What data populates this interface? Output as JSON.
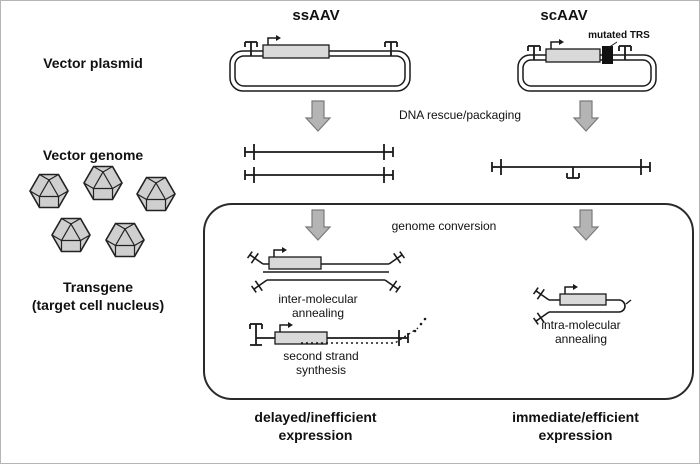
{
  "figure": {
    "columns": {
      "ssaav": {
        "label": "ssAAV"
      },
      "scaav": {
        "label": "scAAV"
      }
    },
    "row_labels": {
      "vector_plasmid": "Vector plasmid",
      "vector_genome": "Vector genome",
      "transgene_line1": "Transgene",
      "transgene_line2": "(target cell nucleus)"
    },
    "annotations": {
      "mutated_trs": "mutated TRS",
      "dna_rescue_packaging": "DNA rescue/packaging",
      "genome_conversion": "genome conversion",
      "inter_molecular_line1": "inter-molecular",
      "inter_molecular_line2": "annealing",
      "second_strand_line1": "second strand",
      "second_strand_line2": "synthesis",
      "intra_molecular_line1": "intra-molecular",
      "intra_molecular_line2": "annealing"
    },
    "outcomes": {
      "ssaav": {
        "line1": "delayed/inefficient",
        "line2": "expression"
      },
      "scaav": {
        "line1": "immediate/efficient",
        "line2": "expression"
      }
    },
    "colors": {
      "background": "#ffffff",
      "line": "#1a1a1a",
      "arrow_fill": "#b4b4b4",
      "arrow_stroke": "#7a7a7a",
      "capsid_fill": "#cfcfcf",
      "gene_box_fill": "#d9d9d9",
      "mutated_trs_box": "#111111"
    }
  }
}
